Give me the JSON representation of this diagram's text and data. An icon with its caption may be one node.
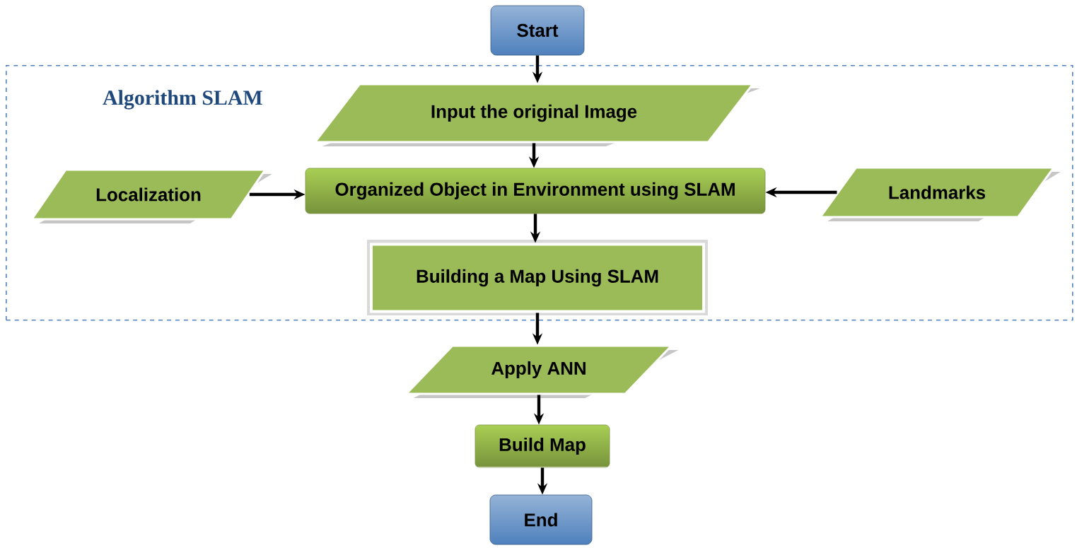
{
  "diagram": {
    "nodes": [
      {
        "text": [
          "Start"
        ]
      },
      {
        "text": [
          "Algorithm SLAM"
        ]
      },
      {
        "text": [
          "Input the original Image"
        ],
        "in": 1
      },
      {
        "text": [
          "Localization"
        ],
        "in": 1
      },
      {
        "text": [
          "Organized Object in Environment using SLAM"
        ],
        "in": 1
      },
      {
        "text": [
          "Landmarks"
        ],
        "in": 1
      },
      {
        "text": [
          "Building a Map Using SLAM"
        ],
        "in": 1
      },
      {
        "text": [
          "Apply ANN"
        ]
      },
      {
        "text": [
          "Build Map"
        ]
      },
      {
        "text": [
          "End"
        ]
      }
    ],
    "edges": [
      {
        "from": 0,
        "to": 2,
        "arrow": "to"
      },
      {
        "from": 2,
        "to": 4,
        "arrow": "to"
      },
      {
        "from": 3,
        "to": 4,
        "arrow": "to"
      },
      {
        "from": 5,
        "to": 4,
        "arrow": "to"
      },
      {
        "from": 4,
        "to": 6,
        "arrow": "to"
      },
      {
        "from": 6,
        "to": 7,
        "arrow": "to"
      },
      {
        "from": 7,
        "to": 8,
        "arrow": "to"
      },
      {
        "from": 8,
        "to": 9,
        "arrow": "to"
      }
    ]
  }
}
